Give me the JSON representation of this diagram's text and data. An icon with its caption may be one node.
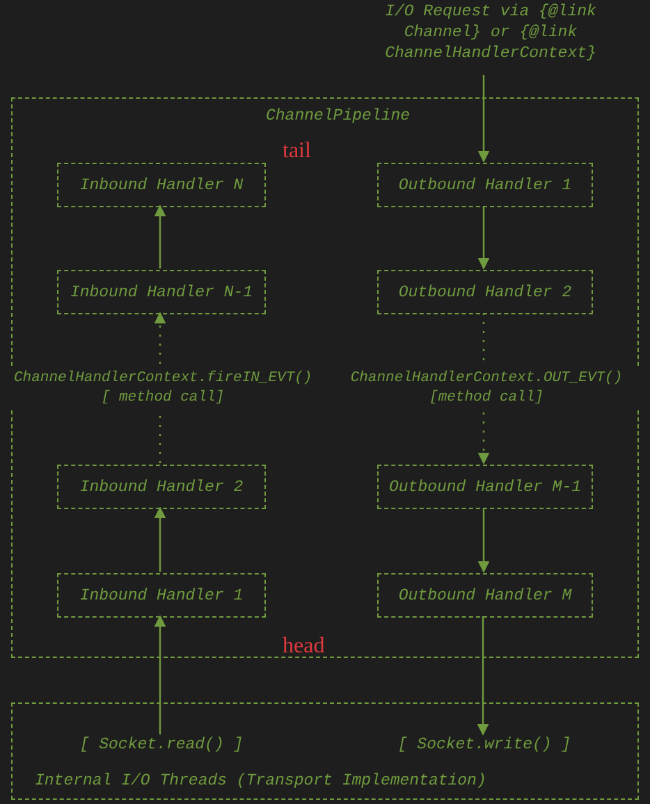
{
  "diagram": {
    "nodes": [
      {
        "text": [
          "I/O Request via {@link Channel} or {@link ChannelHandlerContext}"
        ]
      },
      {
        "text": [
          "ChannelPipeline"
        ]
      },
      {
        "text": [
          "Inbound Handler N"
        ],
        "in": 1
      },
      {
        "text": [
          "Outbound Handler 1"
        ],
        "in": 1
      },
      {
        "text": [
          "Inbound Handler N-1"
        ],
        "in": 1
      },
      {
        "text": [
          "Outbound Handler 2"
        ],
        "in": 1
      },
      {
        "text": [
          "Inbound Handler 2"
        ],
        "in": 1
      },
      {
        "text": [
          "Outbound Handler M-1"
        ],
        "in": 1
      },
      {
        "text": [
          "Inbound Handler 1"
        ],
        "in": 1
      },
      {
        "text": [
          "Outbound Handler M"
        ],
        "in": 1
      },
      {
        "text": [
          "Internal I/O Threads (Transport Implementation)"
        ]
      },
      {
        "text": [
          "[ Socket.read() ]"
        ],
        "in": 10
      },
      {
        "text": [
          "[ Socket.write() ]"
        ],
        "in": 10
      }
    ],
    "edges": [
      {
        "from": 0,
        "to": 3,
        "arrow": "to"
      },
      {
        "from": 3,
        "to": 5,
        "arrow": "to"
      },
      {
        "from": 5,
        "to": 7,
        "arrow": "to",
        "style": "dashed",
        "label": "ChannelHandlerContext.OUT_EVT() [method call]"
      },
      {
        "from": 7,
        "to": 9,
        "arrow": "to"
      },
      {
        "from": 9,
        "to": 12,
        "arrow": "to"
      },
      {
        "from": 11,
        "to": 8,
        "arrow": "to"
      },
      {
        "from": 8,
        "to": 6,
        "arrow": "to"
      },
      {
        "from": 6,
        "to": 4,
        "arrow": "to",
        "style": "dashed",
        "label": "ChannelHandlerContext.fireIN_EVT() [ method call]"
      },
      {
        "from": 4,
        "to": 2,
        "arrow": "to"
      }
    ],
    "labels": [
      "tail",
      "head"
    ]
  }
}
